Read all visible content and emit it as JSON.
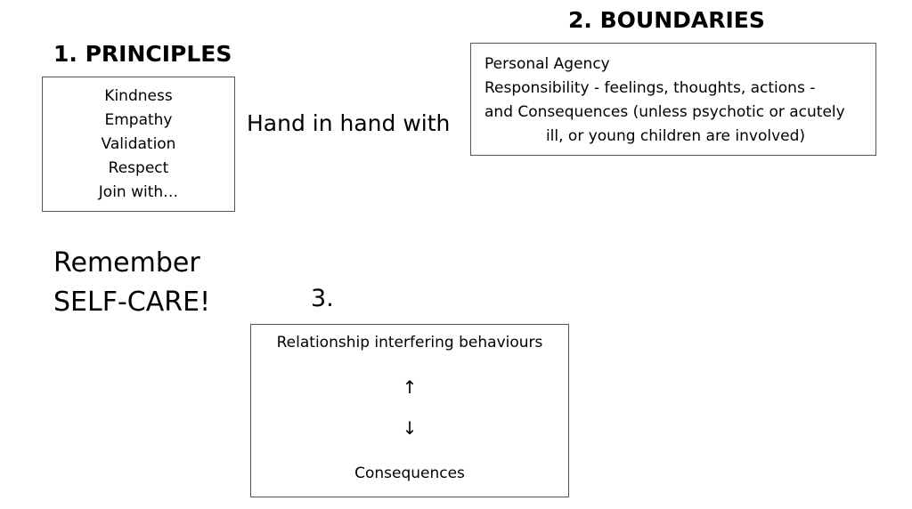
{
  "principles": {
    "heading": "1.  PRINCIPLES",
    "items": [
      "Kindness",
      "Empathy",
      "Validation",
      "Respect",
      "Join with…"
    ]
  },
  "connector_text": "Hand in hand with",
  "boundaries": {
    "heading": "2. BOUNDARIES",
    "lines": [
      "Personal Agency",
      "Responsibility - feelings, thoughts, actions -",
      "and Consequences (unless psychotic or acutely",
      "ill, or young children are involved)"
    ]
  },
  "reminder": {
    "line1": "Remember",
    "line2": "SELF-CARE!"
  },
  "section3": {
    "heading": "3.",
    "top": "Relationship interfering behaviours",
    "arrow_up": "↑",
    "arrow_down": "↓",
    "bottom": "Consequences"
  }
}
